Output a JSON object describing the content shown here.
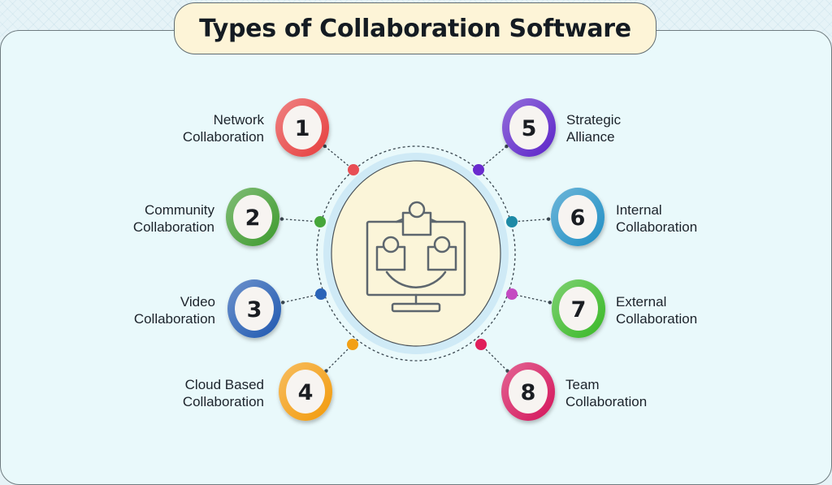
{
  "title": "Types of Collaboration Software",
  "center_icon": "video-conference-icon",
  "items": [
    {
      "number": "1",
      "line1": "Network",
      "line2": "Collaboration",
      "color": "#e63e3e"
    },
    {
      "number": "2",
      "line1": "Community",
      "line2": "Collaboration",
      "color": "#3d9a2d"
    },
    {
      "number": "3",
      "line1": "Video",
      "line2": "Collaboration",
      "color": "#1f58b0"
    },
    {
      "number": "4",
      "line1": "Cloud Based",
      "line2": "Collaboration",
      "color": "#f29a0a"
    },
    {
      "number": "5",
      "line1": "Strategic",
      "line2": "Alliance",
      "color": "#5b22c8"
    },
    {
      "number": "6",
      "line1": "Internal",
      "line2": "Collaboration",
      "color": "#1f8ec4"
    },
    {
      "number": "7",
      "line1": "External",
      "line2": "Collaboration",
      "color": "#39b826"
    },
    {
      "number": "8",
      "line1": "Team",
      "line2": "Collaboration",
      "color": "#d4145a"
    }
  ],
  "dot_colors": [
    "#e84e55",
    "#46a63a",
    "#2a64b8",
    "#f2a016",
    "#6a2bcf",
    "#1d8aa6",
    "#c44ac2",
    "#e01e5a"
  ]
}
